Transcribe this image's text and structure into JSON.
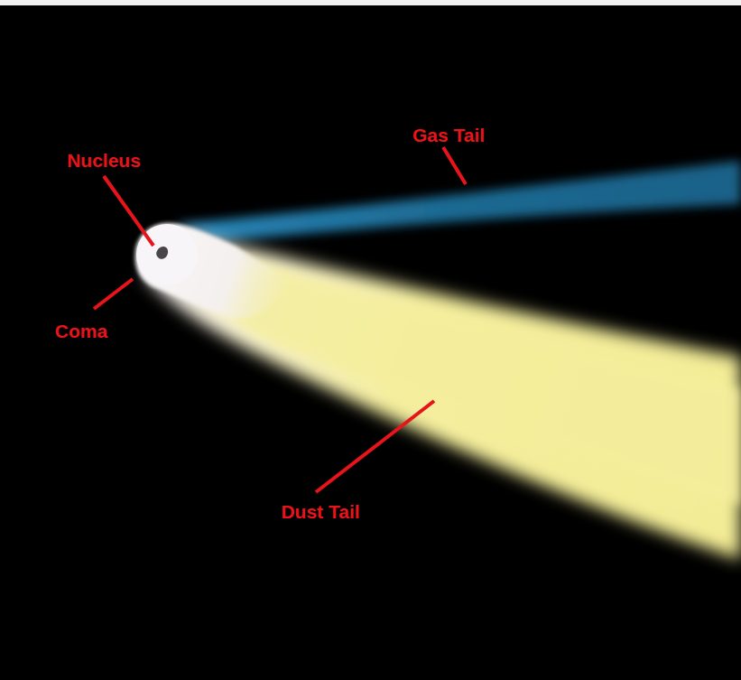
{
  "diagram": {
    "labels": [
      "Gas Tail",
      "Nucleus",
      "Coma",
      "Dust Tail"
    ]
  }
}
